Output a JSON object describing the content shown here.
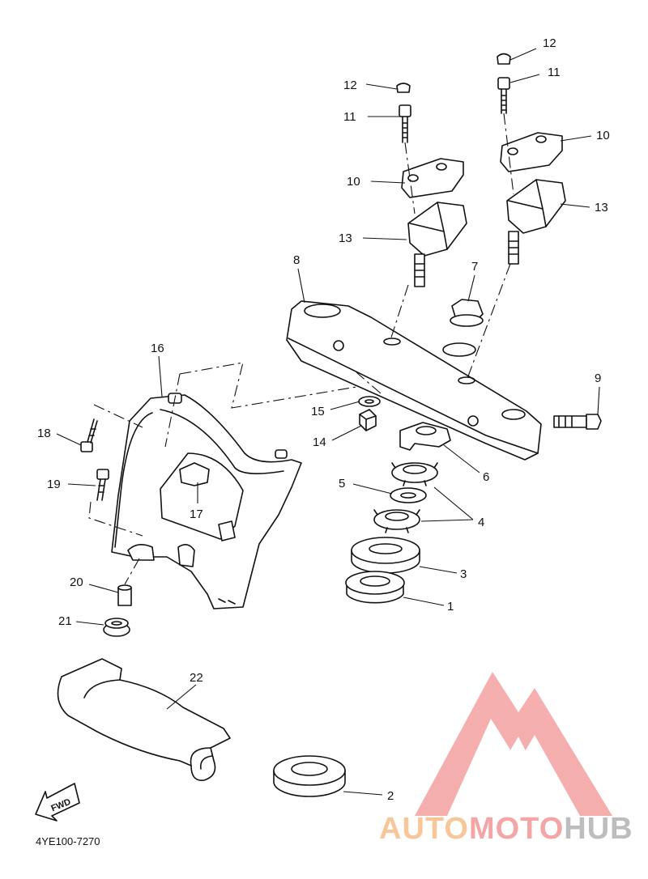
{
  "diagram": {
    "part_code": "4YE100-7270",
    "fwd_label": "FWD",
    "callouts": [
      {
        "id": "c1",
        "label": "1"
      },
      {
        "id": "c2",
        "label": "2"
      },
      {
        "id": "c3",
        "label": "3"
      },
      {
        "id": "c4",
        "label": "4"
      },
      {
        "id": "c5",
        "label": "5"
      },
      {
        "id": "c6",
        "label": "6"
      },
      {
        "id": "c7",
        "label": "7"
      },
      {
        "id": "c8",
        "label": "8"
      },
      {
        "id": "c9",
        "label": "9"
      },
      {
        "id": "c10a",
        "label": "10"
      },
      {
        "id": "c10b",
        "label": "10"
      },
      {
        "id": "c11a",
        "label": "11"
      },
      {
        "id": "c11b",
        "label": "11"
      },
      {
        "id": "c12a",
        "label": "12"
      },
      {
        "id": "c12b",
        "label": "12"
      },
      {
        "id": "c13a",
        "label": "13"
      },
      {
        "id": "c13b",
        "label": "13"
      },
      {
        "id": "c14",
        "label": "14"
      },
      {
        "id": "c15",
        "label": "15"
      },
      {
        "id": "c16",
        "label": "16"
      },
      {
        "id": "c17",
        "label": "17"
      },
      {
        "id": "c18",
        "label": "18"
      },
      {
        "id": "c19",
        "label": "19"
      },
      {
        "id": "c20",
        "label": "20"
      },
      {
        "id": "c21",
        "label": "21"
      },
      {
        "id": "c22",
        "label": "22"
      }
    ]
  },
  "watermark": {
    "word_a": "AUTO",
    "word_b": "MOTO",
    "word_c": "HUB",
    "color_a": "#f7c79a",
    "color_b": "#f4a6a6",
    "color_c": "#bdbdbd"
  }
}
